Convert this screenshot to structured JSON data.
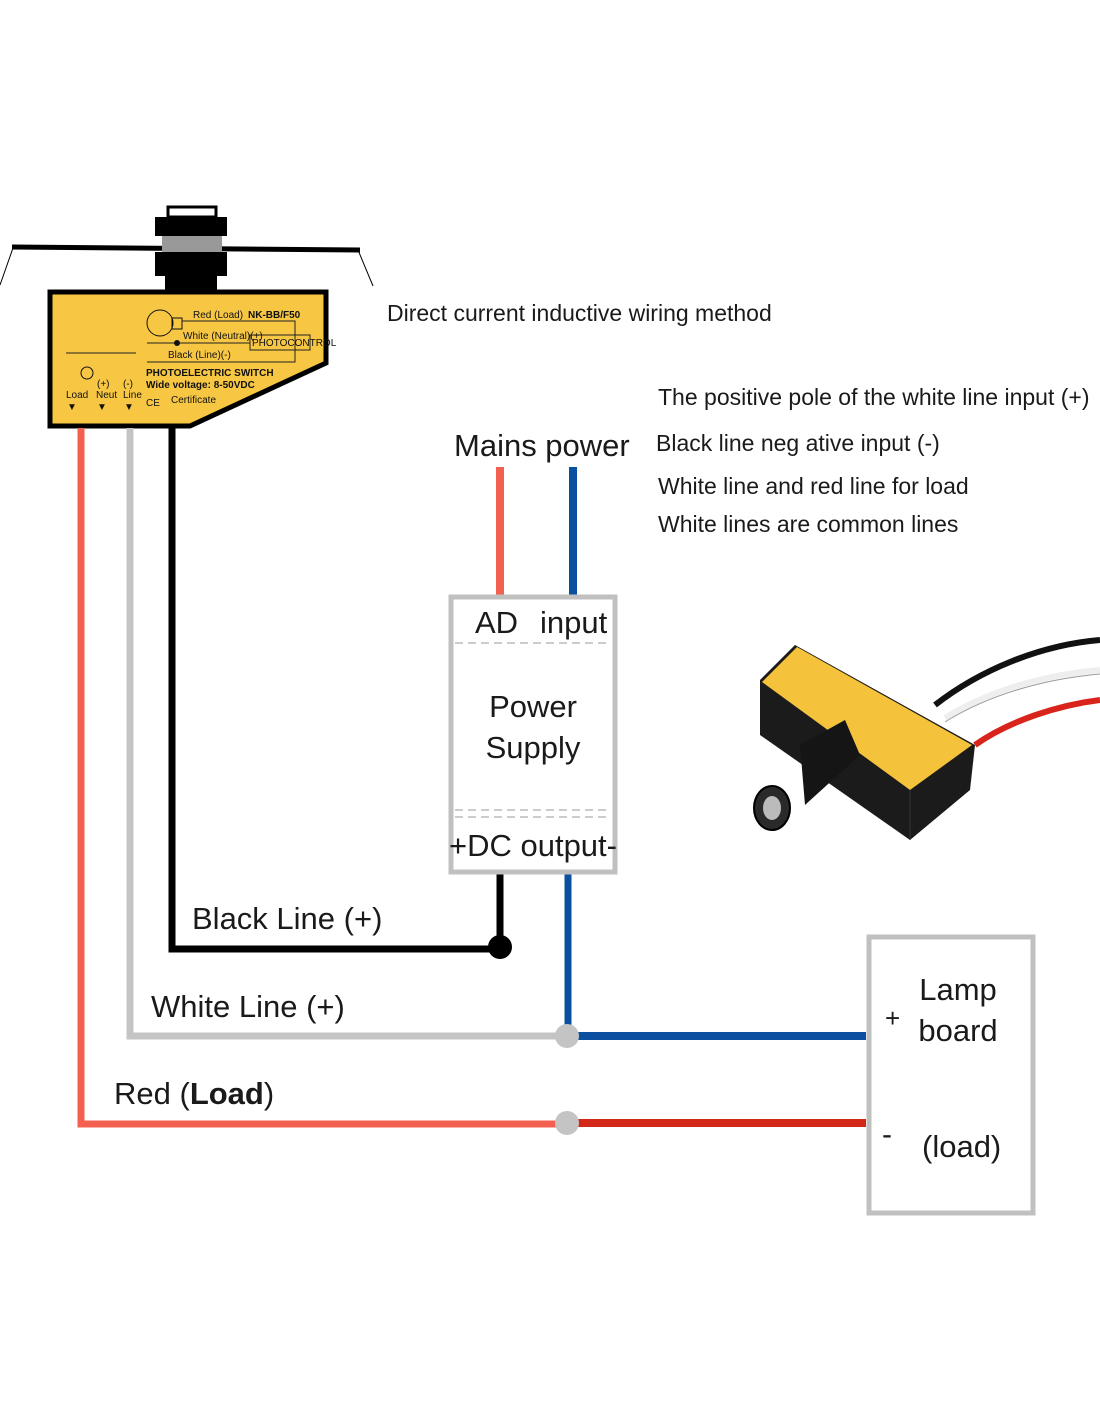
{
  "title": "Direct current inductive wiring method",
  "notes": [
    "The positive pole of the white line input   (+)",
    "Black line neg ative input   (-)",
    "White line and red line for load",
    "White lines are common lines"
  ],
  "mains_label": "Mains power",
  "power_supply": {
    "input_label_1": "AD",
    "input_label_2": "input",
    "name_line_1": "Power",
    "name_line_2": "Supply",
    "output_label": "+DC output-"
  },
  "wire_labels": {
    "black": "Black Line  (+)",
    "white": "White Line  (+)",
    "red_prefix": "Red  (",
    "red_bold": "Load",
    "red_suffix": ")"
  },
  "lamp_board": {
    "line_1": "Lamp",
    "line_2": "board",
    "plus": "+",
    "minus": "-",
    "load": "(load)"
  },
  "sensor_label": {
    "red_load": "Red   (Load)",
    "model": "NK-BB/F50",
    "white_neutral": "White   (Neutral)(+)",
    "photocontrol": "PHOTOCONTROL",
    "black_line": "Black   (Line)(-)",
    "type": "PHOTOELECTRIC SWITCH",
    "voltage": "Wide voltage: 8-50VDC",
    "ce": "CE",
    "certificate": "Certificate",
    "term_neut_sign": "(+)",
    "term_line_sign": "(-)",
    "term_load": "Load",
    "term_neut": "Neut",
    "term_line": "Line"
  },
  "colors": {
    "red_wire": "#f4604f",
    "dark_red_wire": "#d3271a",
    "white_wire": "#c4c4c4",
    "black_wire": "#000000",
    "blue_wire": "#0b4fa0",
    "sensor_yellow": "#f7c744",
    "box_border": "#c0c0c0"
  }
}
